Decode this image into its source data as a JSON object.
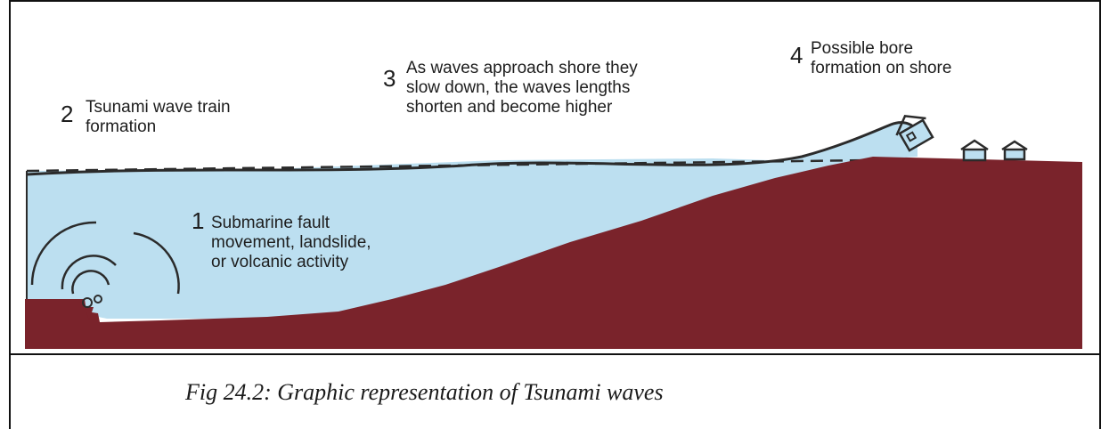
{
  "labels": [
    {
      "number": "1",
      "text": "Submarine fault\nmovement, landslide,\nor volcanic activity"
    },
    {
      "number": "2",
      "text": "Tsunami wave train\nformation"
    },
    {
      "number": "3",
      "text": "As waves approach shore they\nslow down, the waves lengths\nshorten and become higher"
    },
    {
      "number": "4",
      "text": "Possible bore\nformation on shore"
    }
  ],
  "caption": "Fig 24.2: Graphic representation of Tsunami waves",
  "colors": {
    "water": "#bcdff0",
    "seabed": "#7a232b",
    "wave_line": "#2b2b2b"
  }
}
